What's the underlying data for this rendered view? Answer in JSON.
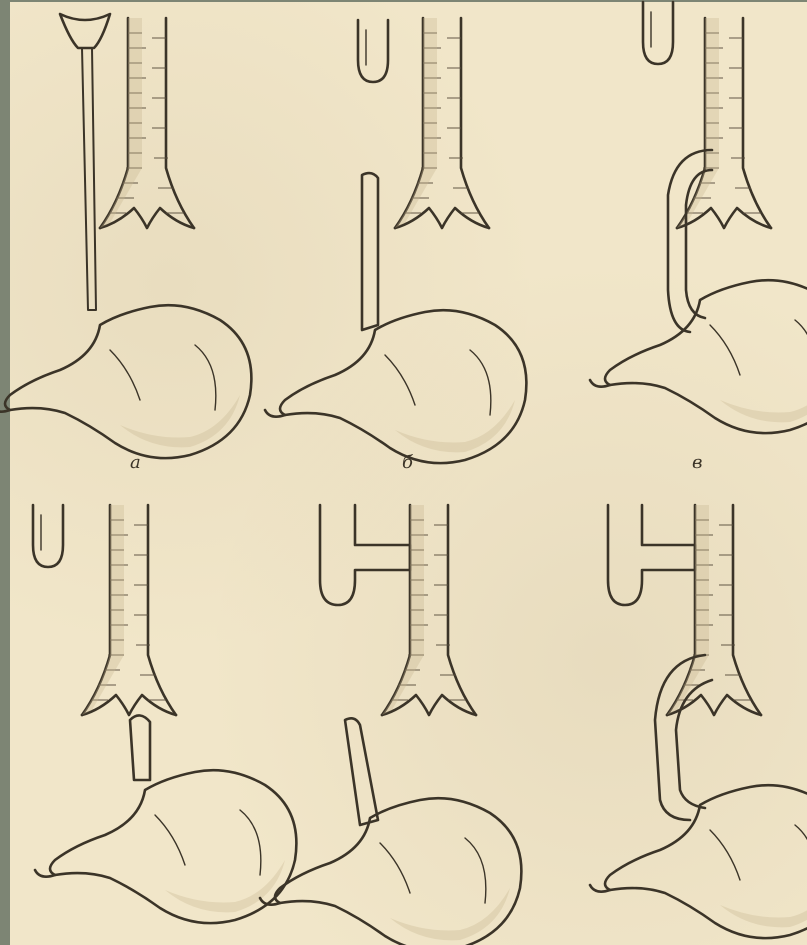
{
  "figure": {
    "panel_labels": [
      "а",
      "б",
      "в"
    ],
    "panels": [
      {
        "id": "a",
        "row": 1,
        "variant": "esophageal-atresia-fibrous-cord"
      },
      {
        "id": "b",
        "row": 1,
        "variant": "atresia-blind-pouches"
      },
      {
        "id": "c",
        "row": 1,
        "variant": "atresia-distal-fistula"
      },
      {
        "id": "d",
        "row": 2,
        "variant": "distal-fistula-short"
      },
      {
        "id": "e",
        "row": 2,
        "variant": "proximal-fistula"
      },
      {
        "id": "f",
        "row": 2,
        "variant": "double-fistula"
      }
    ]
  },
  "colors": {
    "paper": "#f1e6c9",
    "ink": "#3b3428",
    "frame": "#7d8574"
  }
}
